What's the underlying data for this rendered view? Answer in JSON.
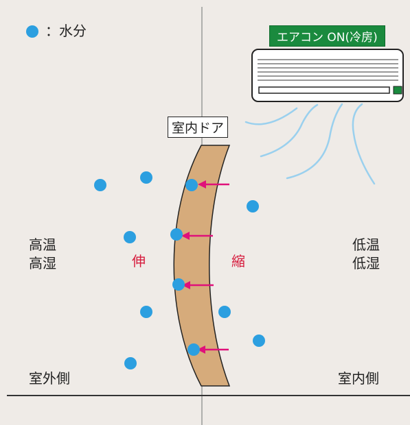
{
  "legend": {
    "label": "：水分",
    "color": "#2c9fe0"
  },
  "aircon": {
    "label": "エアコン ON(冷房)",
    "label_bg": "#1a8a3e"
  },
  "door": {
    "label": "室内ドア",
    "fill": "#d6ab7b",
    "arrow_color": "#e0107a"
  },
  "left_side": {
    "temp": "高温",
    "humidity": "高湿",
    "movement": "伸",
    "location": "室外側"
  },
  "right_side": {
    "temp": "低温",
    "humidity": "低湿",
    "movement": "縮",
    "location": "室内側"
  },
  "colors": {
    "background": "#efebe7",
    "moisture": "#2c9fe0",
    "airflow": "#9ad0ee",
    "movement_text": "#d61a3c"
  }
}
